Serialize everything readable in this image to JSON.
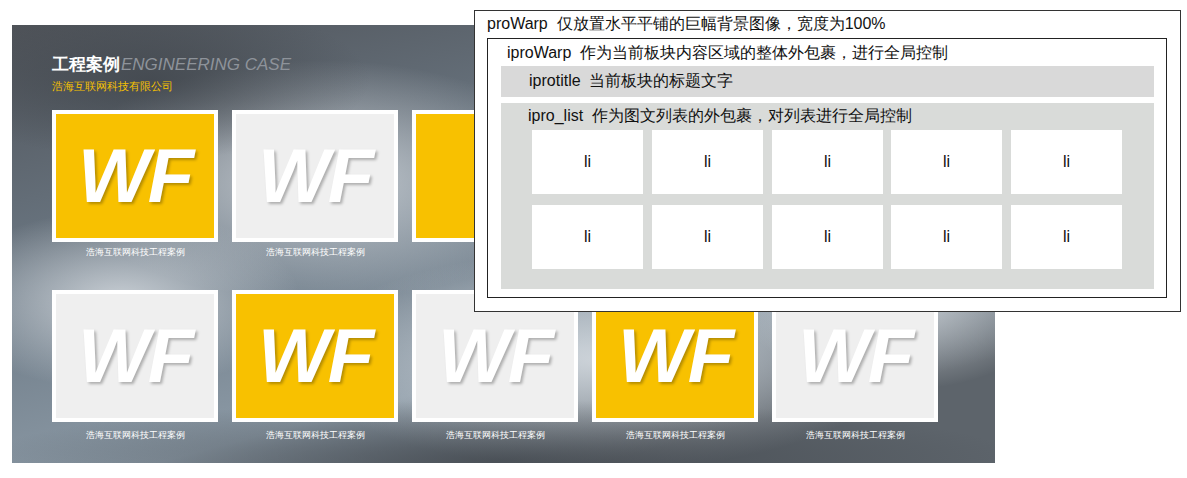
{
  "diagram": {
    "nodes": [
      {
        "text": [
          "WF",
          "浩海互联网科技工程案例"
        ]
      },
      {
        "text": [
          "WF",
          "浩海互联网科技工程案例"
        ]
      },
      {
        "text": [
          "WF",
          "浩海互联网科技工程案例"
        ]
      },
      {
        "text": [
          "WF",
          "浩海互联网科技工程案例"
        ]
      },
      {
        "text": [
          "WF",
          "浩海互联网科技工程案例"
        ]
      },
      {
        "text": [
          "WF",
          "浩海互联网科技工程案例"
        ]
      },
      {
        "text": [
          "WF",
          "浩海互联网科技工程案例"
        ]
      },
      {
        "text": [
          "proWarp  仅放置水平平铺的巨幅背景图像，宽度为100%"
        ]
      },
      {
        "text": [
          "iproWarp  作为当前板块内容区域的整体外包裹，进行全局控制"
        ],
        "in": 7
      },
      {
        "text": [
          "iprotitle  当前板块的标题文字"
        ],
        "in": 8
      },
      {
        "text": [
          "ipro_list  作为图文列表的外包裹，对列表进行全局控制"
        ],
        "in": 8
      },
      {
        "text": [
          "li"
        ],
        "in": 10
      },
      {
        "text": [
          "li"
        ],
        "in": 10
      },
      {
        "text": [
          "li"
        ],
        "in": 10
      },
      {
        "text": [
          "li"
        ],
        "in": 10
      },
      {
        "text": [
          "li"
        ],
        "in": 10
      },
      {
        "text": [
          "li"
        ],
        "in": 10
      },
      {
        "text": [
          "li"
        ],
        "in": 10
      },
      {
        "text": [
          "li"
        ],
        "in": 10
      },
      {
        "text": [
          "li"
        ],
        "in": 10
      },
      {
        "text": [
          "li"
        ],
        "in": 10
      }
    ],
    "labels": [
      "工程案例",
      "ENGINEERING CASE",
      "浩海互联网科技有限公司"
    ]
  }
}
